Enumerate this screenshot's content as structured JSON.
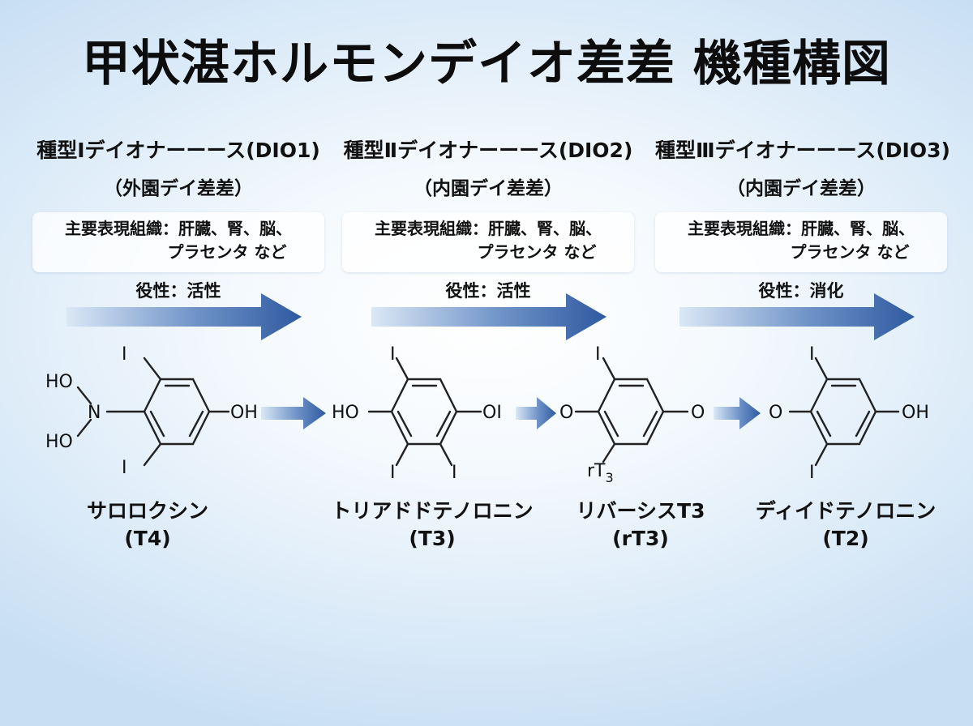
{
  "title": "甲状湛ホルモンデイオ差差 機種構図",
  "enzymes": [
    {
      "name": "種型Ⅰデイオナーーース(DIO1)",
      "sub": "（外園デイ差差）",
      "tissue_line1": "主要表現組織：肝臓、腎、脳、",
      "tissue_line2": "プラセンタ など",
      "role": "役性：活性"
    },
    {
      "name": "種型Ⅱデイオナーーース(DIO2)",
      "sub": "（内園デイ差差）",
      "tissue_line1": "主要表現組織：肝臓、腎、脳、",
      "tissue_line2": "プラセンタ など",
      "role": "役性：活性"
    },
    {
      "name": "種型Ⅲデイオナーーース(DIO3)",
      "sub": "（内園デイ差差）",
      "tissue_line1": "主要表現組織：肝臓、腎、脳、",
      "tissue_line2": "プラセンタ など",
      "role": "役性：消化"
    }
  ],
  "molecules": [
    {
      "top": "I",
      "bottom": "I",
      "upper_left": "HO",
      "left_atom": "N",
      "lower_left": "HO",
      "right": "OH"
    },
    {
      "top": "I",
      "left": "HO",
      "right": "OI",
      "bottom_left": "I",
      "bottom_right": "I"
    },
    {
      "top": "I",
      "left": "O",
      "right": "O",
      "bottom_label": "rT",
      "bottom_sub": "3"
    },
    {
      "top": "I",
      "left": "O",
      "right": "OH",
      "bottom": "I"
    }
  ],
  "compounds": [
    {
      "name": "サロロクシン",
      "abbr": "(T4)"
    },
    {
      "name": "トリアドドテノロニン",
      "abbr": "(T3)"
    },
    {
      "name": "リバーシスT3",
      "abbr": "(rT3)"
    },
    {
      "name": "ディイドテノロニン",
      "abbr": "(T2)"
    }
  ],
  "colors": {
    "arrow_dark": "#2f5aa0",
    "arrow_light": "#dbe8f6",
    "background_edge": "#c7def3"
  }
}
